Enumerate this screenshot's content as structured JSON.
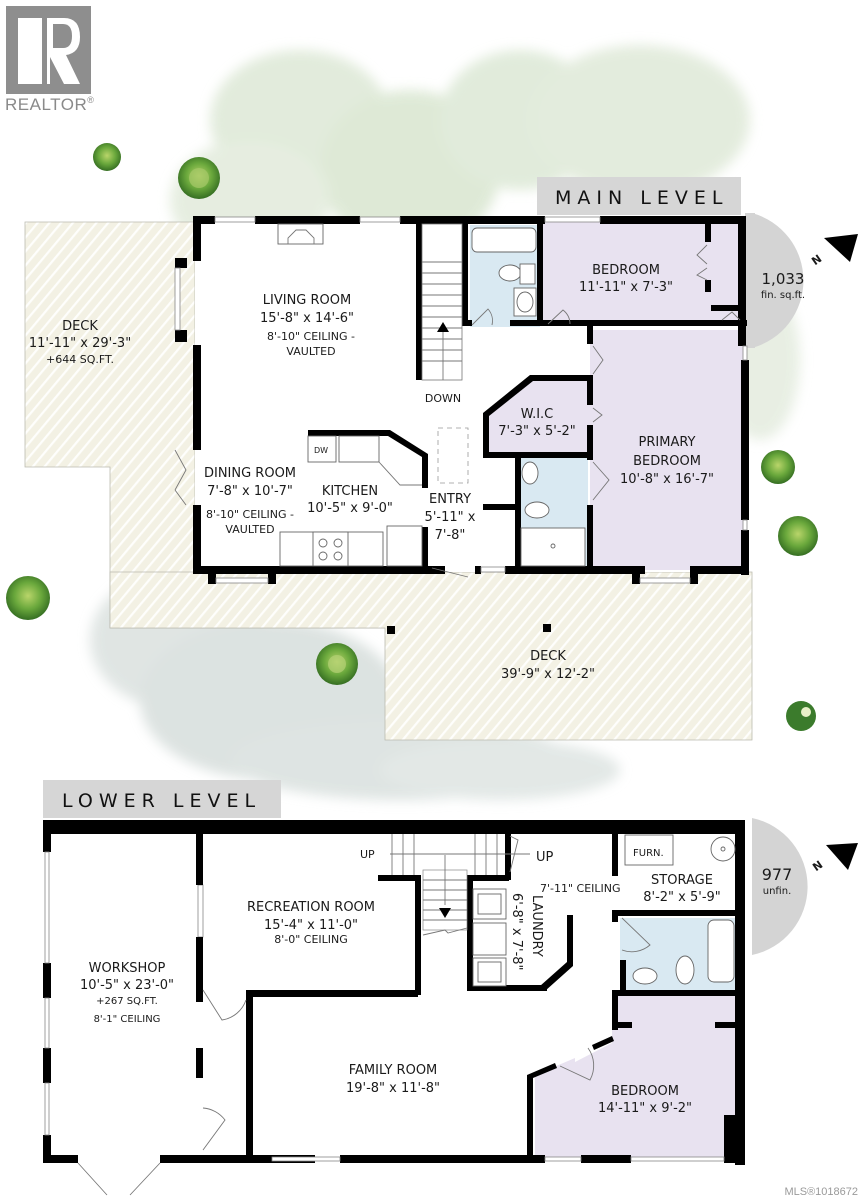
{
  "branding": {
    "logo_icon": "realtor-r-logo",
    "logo_text": "REALTOR",
    "logo_mark": "®",
    "mls_number": "MLS®1018672"
  },
  "colors": {
    "wall": "#000000",
    "bedroom_fill": "#e8e2f0",
    "bath_fill": "#d9e9f2",
    "deck_fill": "#f2f0e2",
    "deck_stripe": "#ffffff",
    "title_bg": "#d6d6d6",
    "compass_bg": "#d4d4d4",
    "tree_green": "#6aa83c",
    "wash_green": "#d9e6d3",
    "wash_grey": "#d7dfdd"
  },
  "main_level": {
    "title": "MAIN LEVEL",
    "area_value": "1,033",
    "area_unit": "fin. sq.ft.",
    "compass_label": "N",
    "compass_icon": "north-arrow-icon",
    "rooms": {
      "deck_west": {
        "name": "DECK",
        "dims": "11'-11\" x 29'-3\"",
        "extra": "+644 SQ.FT."
      },
      "living_room": {
        "name": "LIVING ROOM",
        "dims": "15'-8\" x 14'-6\"",
        "ceiling_1": "8'-10\" CEILING -",
        "ceiling_2": "VAULTED"
      },
      "dining_room": {
        "name": "DINING ROOM",
        "dims": "7'-8\" x 10'-7\"",
        "ceiling_1": "8'-10\" CEILING -",
        "ceiling_2": "VAULTED"
      },
      "kitchen": {
        "name": "KITCHEN",
        "dims": "10'-5\" x 9'-0\"",
        "dw": "DW"
      },
      "entry": {
        "name": "ENTRY",
        "dims_1": "5'-11\" x",
        "dims_2": "7'-8\""
      },
      "stairs": {
        "label": "DOWN"
      },
      "bedroom": {
        "name": "BEDROOM",
        "dims": "11'-11\" x 7'-3\""
      },
      "wic": {
        "name": "W.I.C",
        "dims": "7'-3\" x 5'-2\""
      },
      "primary_bedroom": {
        "name_1": "PRIMARY",
        "name_2": "BEDROOM",
        "dims": "10'-8\" x 16'-7\""
      },
      "deck_south": {
        "name": "DECK",
        "dims": "39'-9\" x 12'-2\""
      }
    }
  },
  "lower_level": {
    "title": "LOWER LEVEL",
    "area_value": "977",
    "area_unit": "unfin.",
    "compass_label": "N",
    "compass_icon": "north-arrow-icon",
    "rooms": {
      "workshop": {
        "name": "WORKSHOP",
        "dims": "10'-5\" x 23'-0\"",
        "extra": "+267 SQ.FT.",
        "ceiling": "8'-1\" CEILING"
      },
      "recreation_room": {
        "name": "RECREATION ROOM",
        "dims": "15'-4\" x 11'-0\"",
        "ceiling": "8'-0\" CEILING"
      },
      "stairs": {
        "up_left": "UP",
        "up_right": "UP"
      },
      "laundry": {
        "name": "LAUNDRY",
        "dims": "6'-8\" x 7'-8\""
      },
      "hall": {
        "ceiling": "7'-11\" CEILING"
      },
      "storage": {
        "name": "STORAGE",
        "dims": "8'-2\" x 5'-9\"",
        "furnace": "FURN."
      },
      "family_room": {
        "name": "FAMILY ROOM",
        "dims": "19'-8\" x 11'-8\""
      },
      "bedroom": {
        "name": "BEDROOM",
        "dims": "14'-11\" x 9'-2\""
      }
    }
  }
}
